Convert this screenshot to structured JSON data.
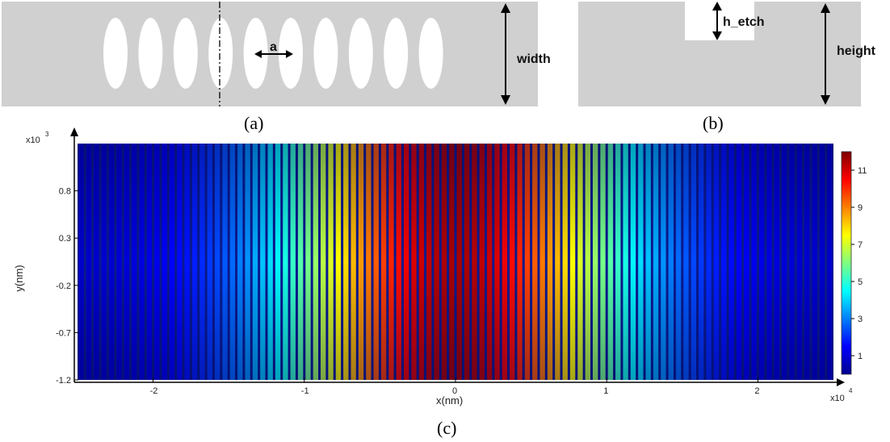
{
  "panel_a": {
    "caption": "(a)",
    "labels": {
      "period": "a",
      "width": "width"
    },
    "hole_count": 10
  },
  "panel_b": {
    "caption": "(b)",
    "labels": {
      "etch": "h_etch",
      "height": "height"
    }
  },
  "panel_c": {
    "caption": "(c)",
    "exponent_y": "x10",
    "exponent_y_power": "3",
    "exponent_x": "x10",
    "exponent_x_power": "4"
  },
  "colors": {
    "slab_gray": "#d0d0d0",
    "hole_white": "#ffffff"
  },
  "chart_data": {
    "type": "heatmap",
    "xlabel": "x(nm)",
    "ylabel": "y(nm)",
    "x_ticks": [
      -2,
      -1,
      0,
      1,
      2
    ],
    "y_ticks": [
      0.8,
      0.3,
      -0.2,
      -0.7,
      -1.2
    ],
    "x_tick_labels": [
      "-2",
      "-1",
      "0",
      "1",
      "2"
    ],
    "y_tick_labels": [
      "0.8",
      "0.3",
      "-0.2",
      "-0.7",
      "-1.2"
    ],
    "xlim": [
      -2.5,
      2.5
    ],
    "ylim": [
      -1.2,
      1.3
    ],
    "colorbar_ticks": [
      1,
      3,
      5,
      7,
      9,
      11
    ],
    "colorbar_range": [
      0,
      12
    ],
    "colormap": "jet",
    "stripe_count": 100,
    "peak_value": 11.5,
    "envelope_x_sigma": 0.8,
    "envelope_y_sigma": 0.9
  }
}
